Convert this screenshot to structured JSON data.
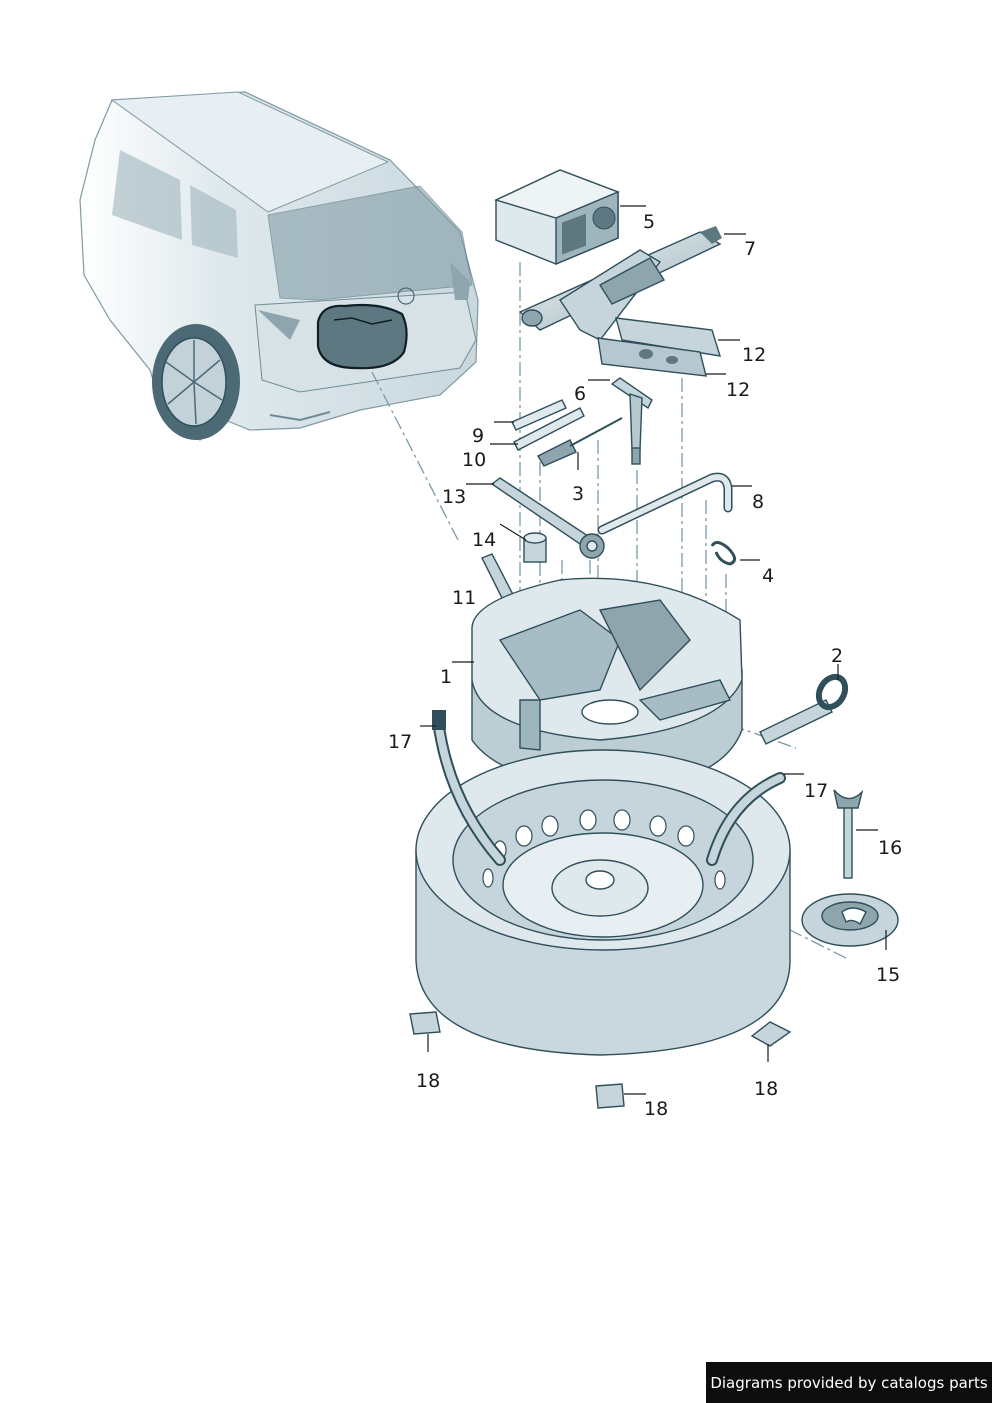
{
  "callouts": {
    "c1": "1",
    "c2": "2",
    "c3": "3",
    "c4": "4",
    "c5": "5",
    "c6": "6",
    "c7": "7",
    "c8": "8",
    "c9": "9",
    "c10": "10",
    "c11": "11",
    "c12a": "12",
    "c12b": "12",
    "c13": "13",
    "c14": "14",
    "c15": "15",
    "c16": "16",
    "c17a": "17",
    "c17b": "17",
    "c18a": "18",
    "c18b": "18",
    "c18c": "18"
  },
  "footer": {
    "credit": "Diagrams provided by catalogs parts"
  },
  "colors": {
    "body": "#e3ecef",
    "shade": "#c5d5db",
    "dark": "#5e7882",
    "outline": "#2f4f5a",
    "accent": "#4b6a75"
  }
}
